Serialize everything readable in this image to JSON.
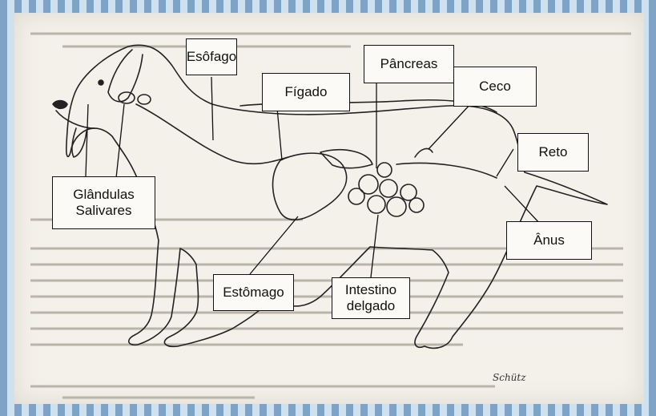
{
  "labels": {
    "esofago": "Esôfago",
    "figado": "Fígado",
    "pancreas": "Pâncreas",
    "ceco": "Ceco",
    "reto": "Reto",
    "glandulas_line1": "Glândulas",
    "glandulas_line2": "Salivares",
    "anus": "Ânus",
    "estomago": "Estômago",
    "intestino_line1": "Intestino",
    "intestino_line2": "delgado"
  },
  "signature": "Schütz"
}
